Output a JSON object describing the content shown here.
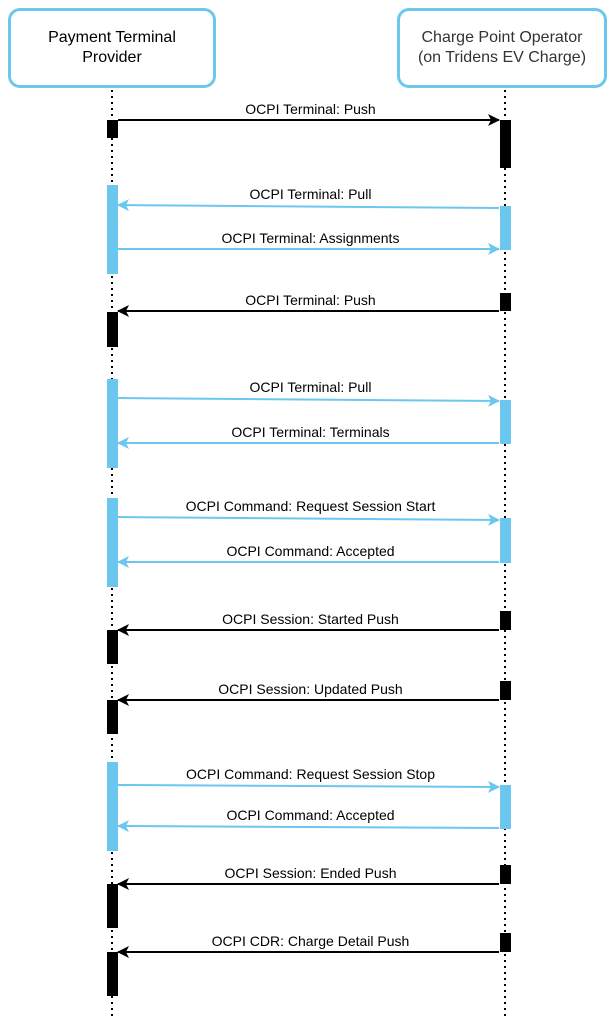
{
  "participants": {
    "left": {
      "line1": "Payment Terminal",
      "line2": "Provider"
    },
    "right": {
      "line1": "Charge Point Operator",
      "line2": "(on Tridens EV Charge)"
    }
  },
  "colors": {
    "black": "#000000",
    "blue": "#6cc7ef",
    "border": "#6cc7ef"
  },
  "messages": [
    {
      "label": "OCPI Terminal: Push",
      "from": "left",
      "to": "right",
      "color": "black"
    },
    {
      "label": "OCPI Terminal: Pull",
      "from": "right",
      "to": "left",
      "color": "blue"
    },
    {
      "label": "OCPI Terminal: Assignments",
      "from": "left",
      "to": "right",
      "color": "blue"
    },
    {
      "label": "OCPI Terminal: Push",
      "from": "right",
      "to": "left",
      "color": "black"
    },
    {
      "label": "OCPI Terminal: Pull",
      "from": "left",
      "to": "right",
      "color": "blue"
    },
    {
      "label": "OCPI Terminal: Terminals",
      "from": "right",
      "to": "left",
      "color": "blue"
    },
    {
      "label": "OCPI Command: Request Session Start",
      "from": "left",
      "to": "right",
      "color": "blue"
    },
    {
      "label": "OCPI Command: Accepted",
      "from": "right",
      "to": "left",
      "color": "blue"
    },
    {
      "label": "OCPI Session: Started Push",
      "from": "right",
      "to": "left",
      "color": "black"
    },
    {
      "label": "OCPI Session: Updated Push",
      "from": "right",
      "to": "left",
      "color": "black"
    },
    {
      "label": "OCPI Command: Request Session Stop",
      "from": "left",
      "to": "right",
      "color": "blue"
    },
    {
      "label": "OCPI Command: Accepted",
      "from": "right",
      "to": "left",
      "color": "blue"
    },
    {
      "label": "OCPI Session: Ended Push",
      "from": "right",
      "to": "left",
      "color": "black"
    },
    {
      "label": "OCPI CDR: Charge Detail Push",
      "from": "right",
      "to": "left",
      "color": "black"
    }
  ]
}
